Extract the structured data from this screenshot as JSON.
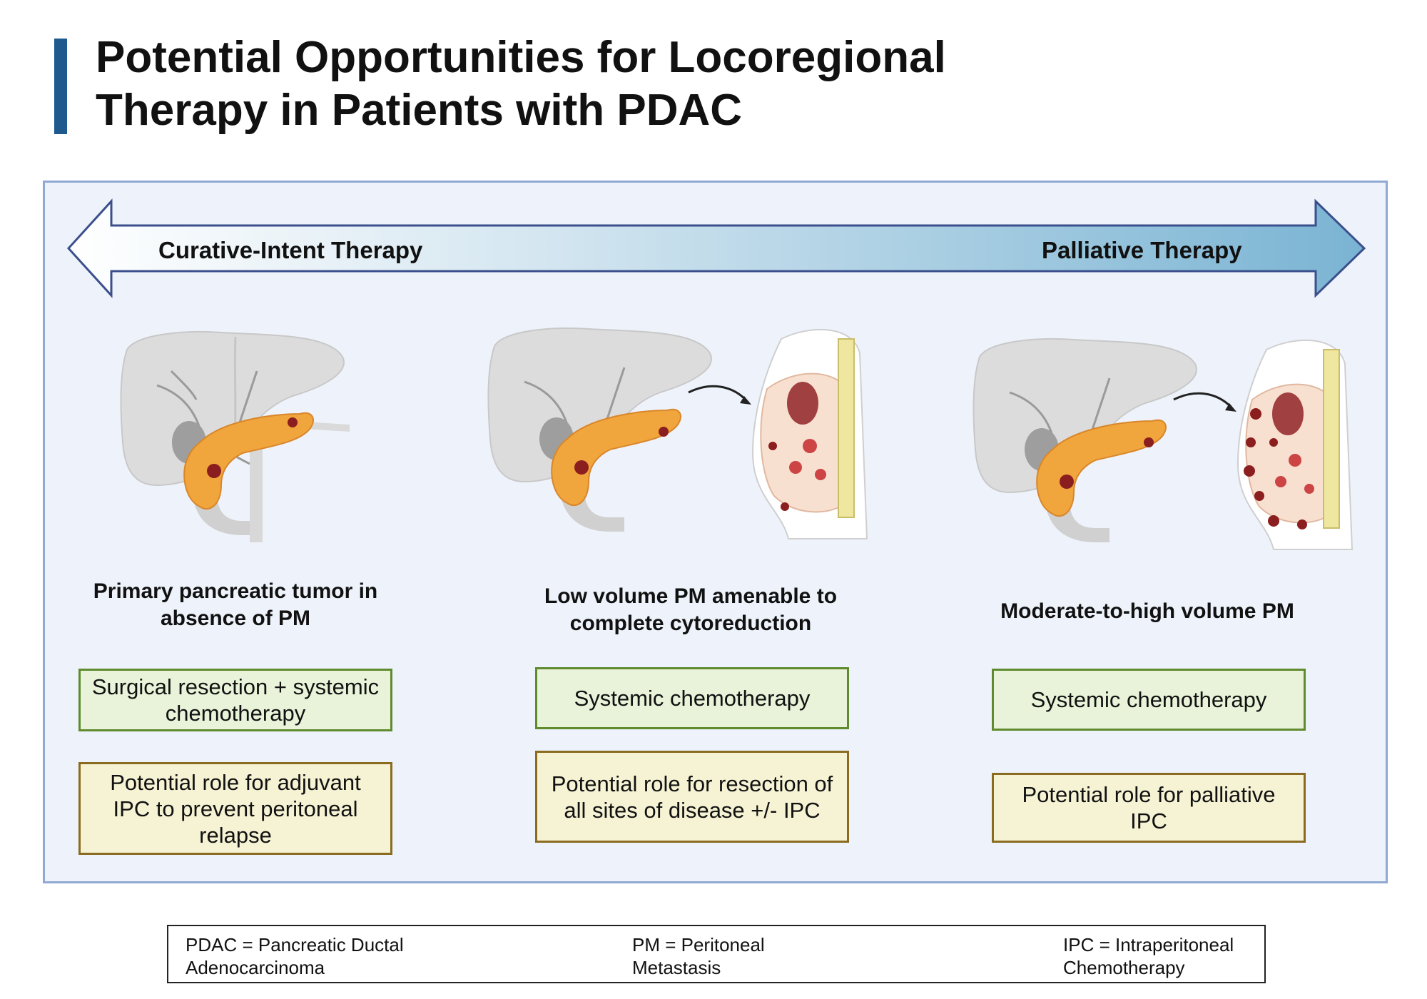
{
  "title": {
    "line1": "Potential Opportunities for Locoregional",
    "line2": "Therapy in Patients with PDAC"
  },
  "arrow": {
    "left_label": "Curative-Intent Therapy",
    "right_label": "Palliative Therapy",
    "gradient_start": "#ffffff",
    "gradient_end": "#7ab4d3",
    "outline_color": "#3b4f8c"
  },
  "stages": [
    {
      "heading": "Primary pancreatic tumor in absence of PM",
      "treatment": "Surgical resection + systemic chemotherapy",
      "potential": "Potential role for adjuvant IPC to prevent peritoneal relapse"
    },
    {
      "heading": "Low volume PM amenable to complete cytoreduction",
      "treatment": "Systemic chemotherapy",
      "potential": "Potential role for resection of all sites of disease +/- IPC"
    },
    {
      "heading": "Moderate-to-high volume PM",
      "treatment": "Systemic chemotherapy",
      "potential": "Potential role for palliative IPC"
    }
  ],
  "legend": [
    {
      "line1": "PDAC = Pancreatic Ductal",
      "line2": "Adenocarcinoma"
    },
    {
      "line1": "PM = Peritoneal",
      "line2": "Metastasis"
    },
    {
      "line1": "IPC = Intraperitoneal",
      "line2": "Chemotherapy"
    }
  ],
  "colors": {
    "title_bar": "#1f5a8f",
    "panel_bg": "#eef3fb",
    "panel_border": "#8fa9d2",
    "green_box_bg": "#e8f3d9",
    "green_box_border": "#5f8a2e",
    "yellow_box_bg": "#f6f3d4",
    "yellow_box_border": "#8a6b1f"
  },
  "illustrations": [
    {
      "name": "liver-pancreas-tumor",
      "peritoneal_view": false
    },
    {
      "name": "liver-pancreas-low-volume-pm",
      "peritoneal_view": true
    },
    {
      "name": "liver-pancreas-high-volume-pm",
      "peritoneal_view": true
    }
  ]
}
